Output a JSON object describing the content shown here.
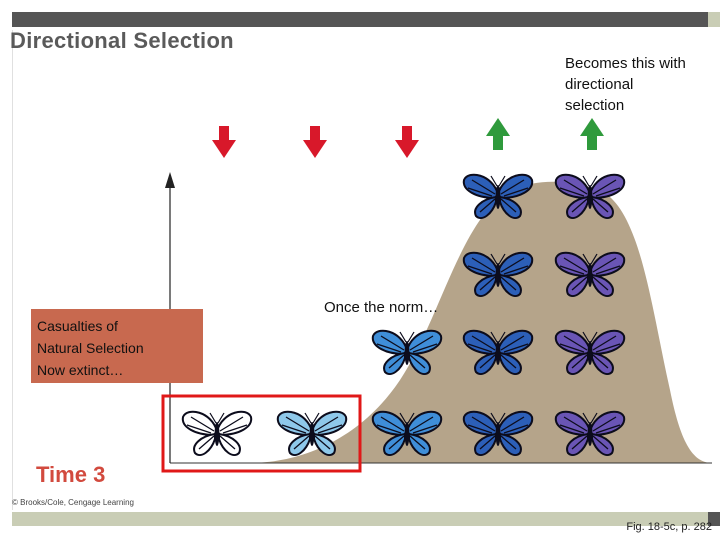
{
  "title": "Directional Selection",
  "annotations": {
    "becomes_lines": [
      "Becomes this with",
      "directional",
      "selection"
    ],
    "once_norm": "Once the norm…",
    "casualties_lines": [
      "Casualties of",
      "Natural Selection",
      "Now extinct…"
    ]
  },
  "time_label": "Time 3",
  "copyright": "© Brooks/Cole, Cengage Learning",
  "figure_ref": "Fig. 18-5c, p. 282",
  "colors": {
    "curve_fill": "#b5a48a",
    "down_arrow": "#d8182a",
    "up_arrow": "#2f9a3c",
    "highlight_box": "#e01818",
    "casualty_box": "#c8694f",
    "morph_white": "#ffffff",
    "morph_light_blue": "#8ec8ea",
    "morph_medium_blue": "#3f8ed8",
    "morph_dark_blue": "#2c5fb8",
    "morph_purple": "#6a55b5"
  },
  "icons": {
    "arrows_down": 3,
    "arrows_up": 2
  },
  "butterfly_morphs": [
    {
      "name": "white",
      "count": 1
    },
    {
      "name": "light-blue",
      "count": 1
    },
    {
      "name": "medium-blue",
      "count": 2
    },
    {
      "name": "dark-blue",
      "count": 4
    },
    {
      "name": "purple",
      "count": 4
    }
  ]
}
